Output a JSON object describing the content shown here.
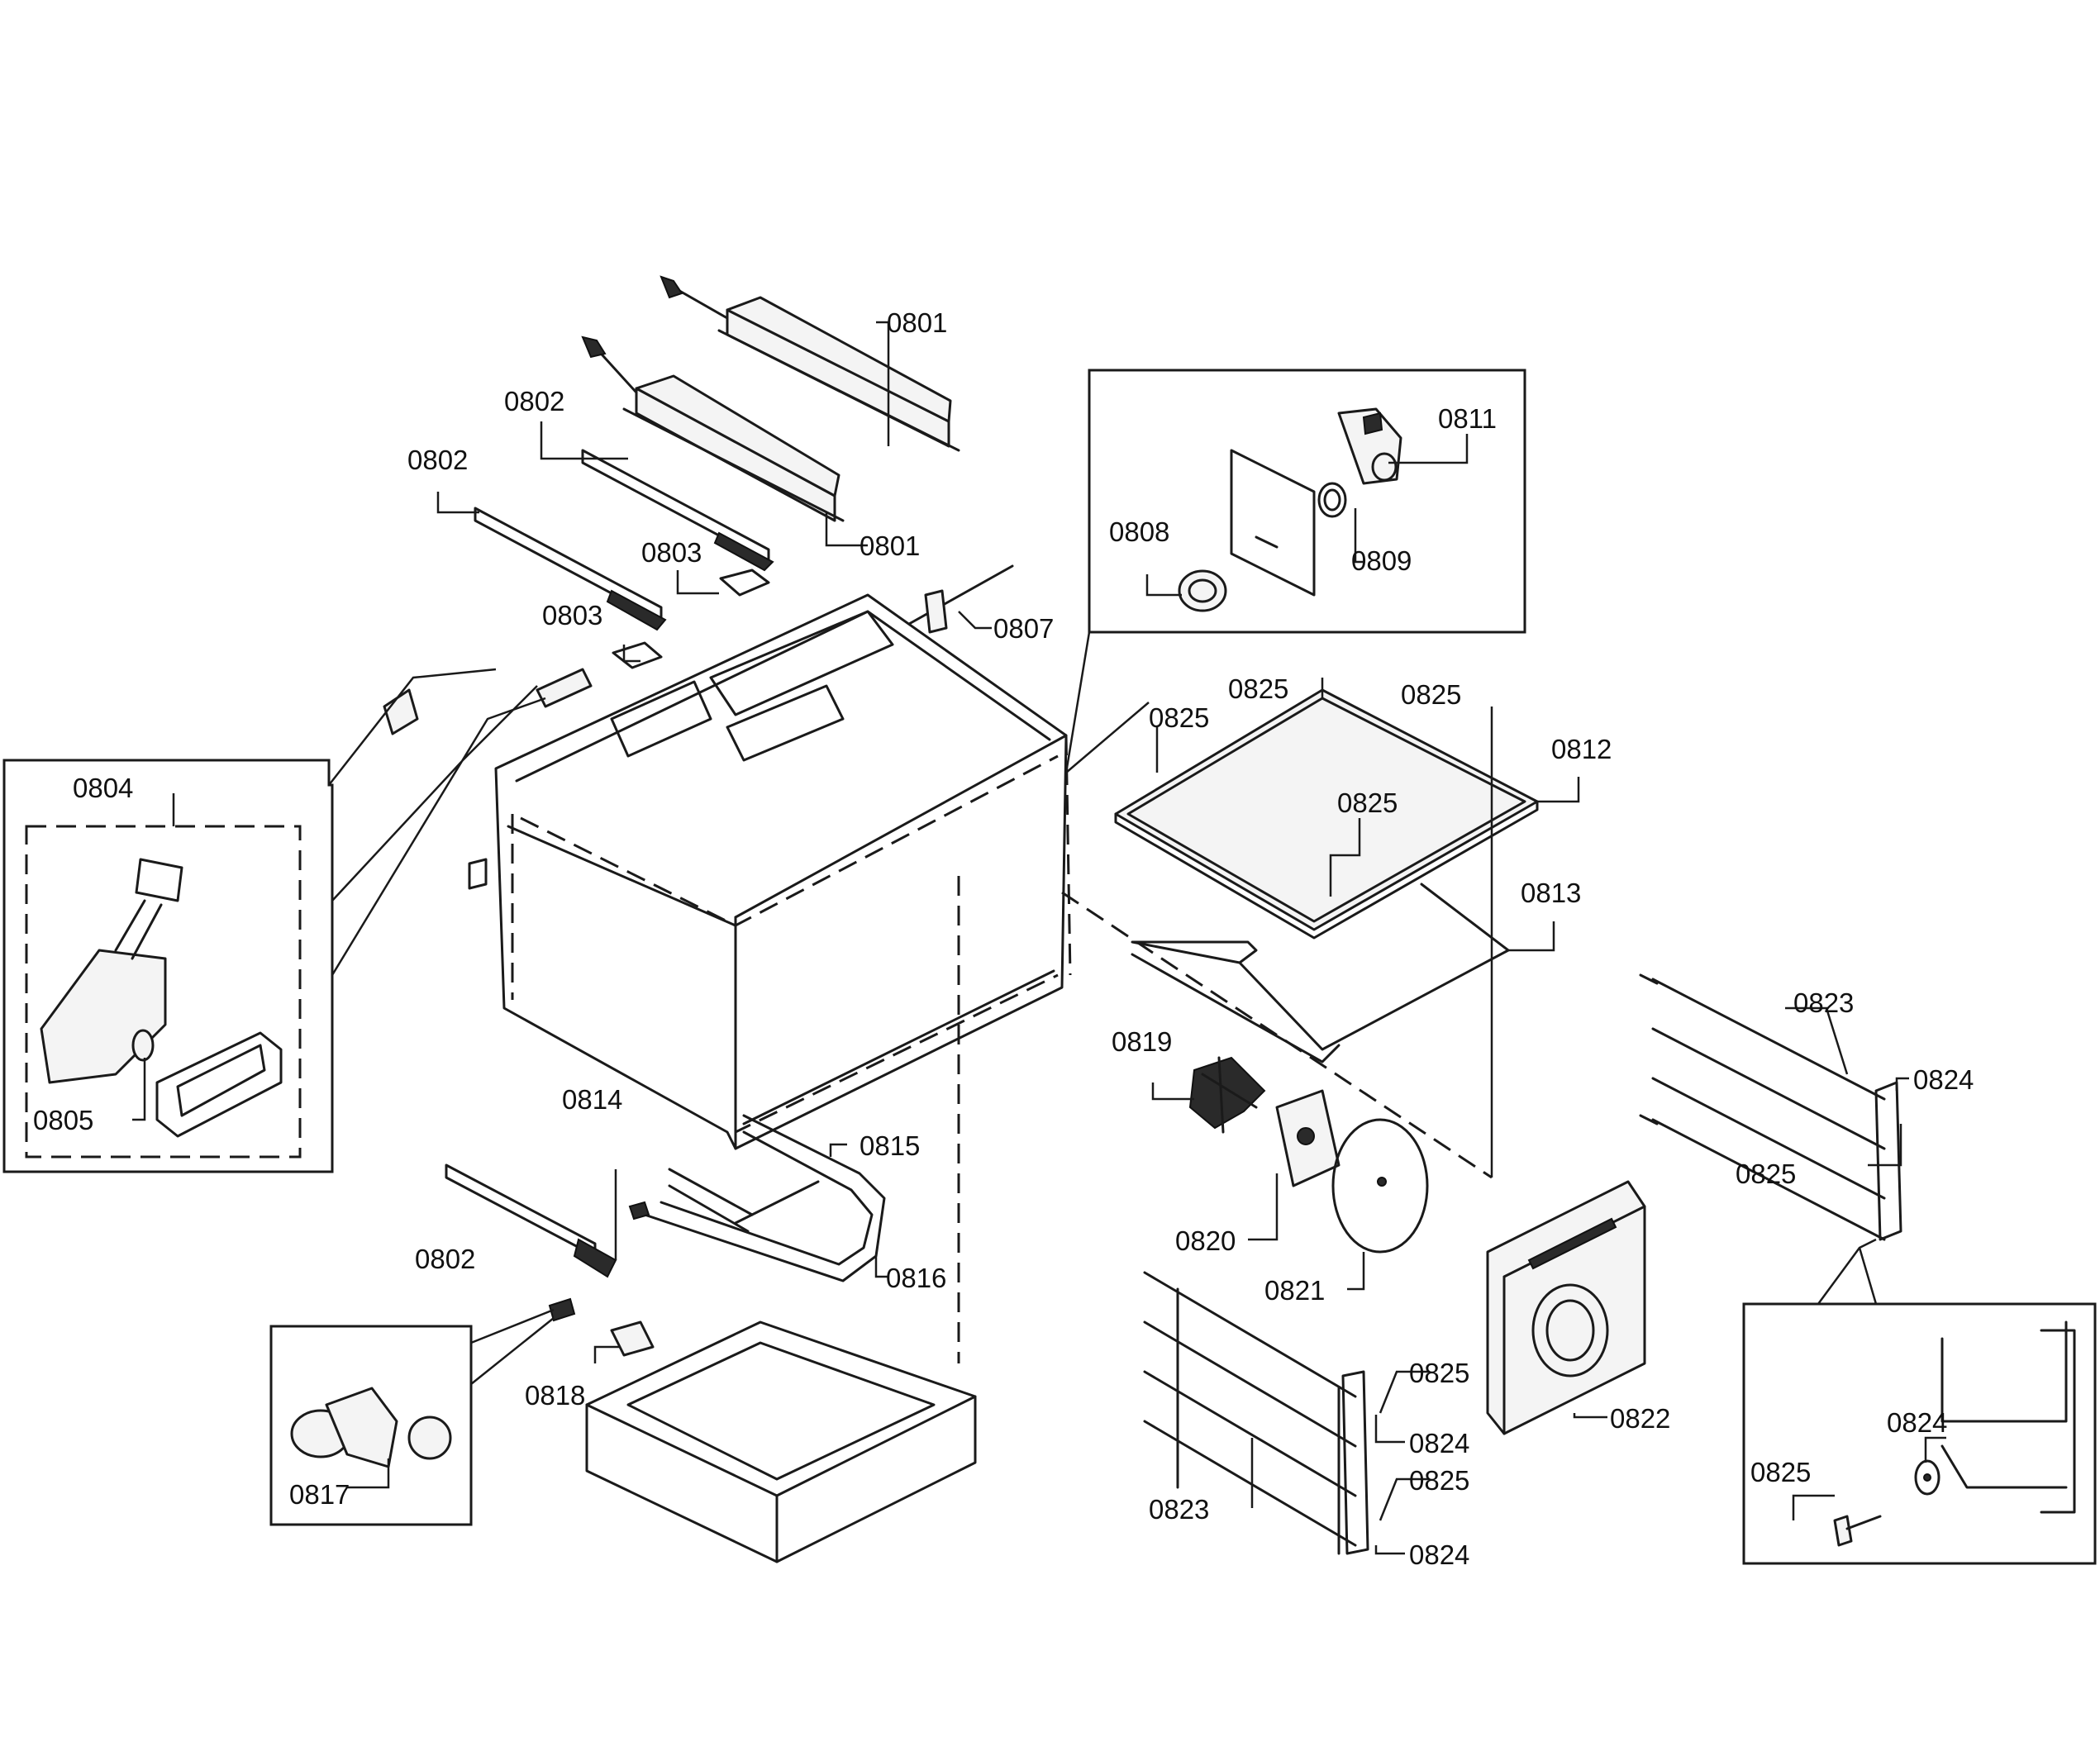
{
  "callouts": [
    {
      "id": "c0801a",
      "label": "0801"
    },
    {
      "id": "c0801b",
      "label": "0801"
    },
    {
      "id": "c0802a",
      "label": "0802"
    },
    {
      "id": "c0802b",
      "label": "0802"
    },
    {
      "id": "c0802c",
      "label": "0802"
    },
    {
      "id": "c0803a",
      "label": "0803"
    },
    {
      "id": "c0803b",
      "label": "0803"
    },
    {
      "id": "c0804",
      "label": "0804"
    },
    {
      "id": "c0805",
      "label": "0805"
    },
    {
      "id": "c0807",
      "label": "0807"
    },
    {
      "id": "c0808",
      "label": "0808"
    },
    {
      "id": "c0809",
      "label": "0809"
    },
    {
      "id": "c0811",
      "label": "0811"
    },
    {
      "id": "c0812",
      "label": "0812"
    },
    {
      "id": "c0813",
      "label": "0813"
    },
    {
      "id": "c0814",
      "label": "0814"
    },
    {
      "id": "c0815",
      "label": "0815"
    },
    {
      "id": "c0816",
      "label": "0816"
    },
    {
      "id": "c0817",
      "label": "0817"
    },
    {
      "id": "c0818",
      "label": "0818"
    },
    {
      "id": "c0819",
      "label": "0819"
    },
    {
      "id": "c0820",
      "label": "0820"
    },
    {
      "id": "c0821",
      "label": "0821"
    },
    {
      "id": "c0822",
      "label": "0822"
    },
    {
      "id": "c0823a",
      "label": "0823"
    },
    {
      "id": "c0823b",
      "label": "0823"
    },
    {
      "id": "c0824a",
      "label": "0824"
    },
    {
      "id": "c0824b",
      "label": "0824"
    },
    {
      "id": "c0824c",
      "label": "0824"
    },
    {
      "id": "c0824d",
      "label": "0824"
    },
    {
      "id": "c0825a",
      "label": "0825"
    },
    {
      "id": "c0825b",
      "label": "0825"
    },
    {
      "id": "c0825c",
      "label": "0825"
    },
    {
      "id": "c0825d",
      "label": "0825"
    },
    {
      "id": "c0825e",
      "label": "0825"
    },
    {
      "id": "c0825f",
      "label": "0825"
    },
    {
      "id": "c0825g",
      "label": "0825"
    },
    {
      "id": "c0825h",
      "label": "0825"
    }
  ]
}
